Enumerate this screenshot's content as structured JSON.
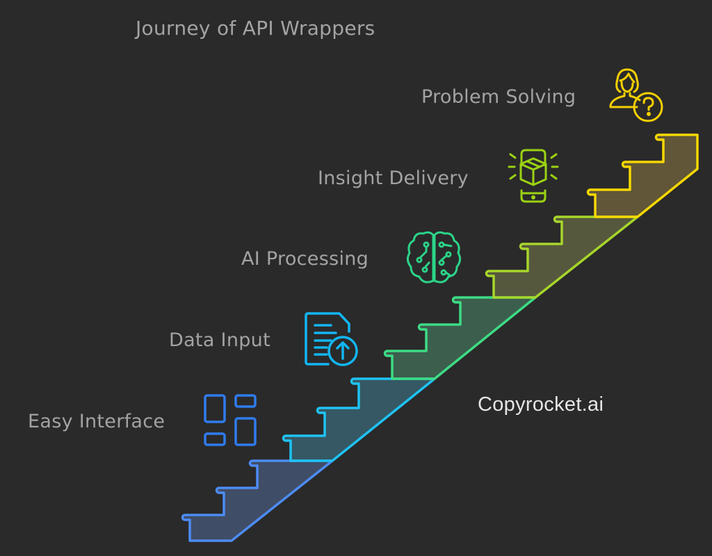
{
  "title": "Journey of API Wrappers",
  "brand": "Copyrocket.ai",
  "steps": [
    {
      "label": "Easy Interface",
      "icon": "layout-grid-icon",
      "color": "#4d8cf5"
    },
    {
      "label": "Data Input",
      "icon": "document-upload-icon",
      "color": "#1ec3f5"
    },
    {
      "label": "AI Processing",
      "icon": "brain-circuit-icon",
      "color": "#3ddc84"
    },
    {
      "label": "Insight Delivery",
      "icon": "phone-package-icon",
      "color": "#a6d62a"
    },
    {
      "label": "Problem Solving",
      "icon": "person-question-icon",
      "color": "#f5d800"
    }
  ]
}
